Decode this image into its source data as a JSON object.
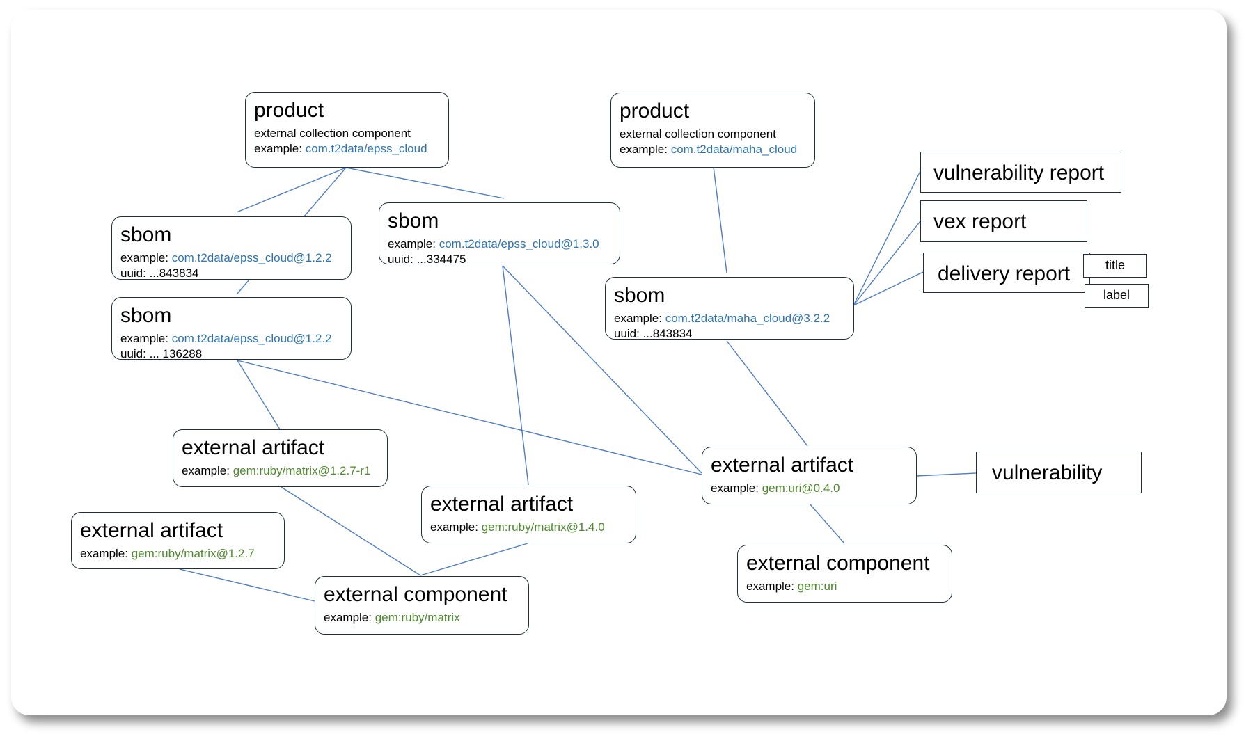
{
  "nodes": {
    "product_left": {
      "title": "product",
      "subtitle": "external collection component",
      "example_label": "example:",
      "example_value": "com.t2data/epss_cloud"
    },
    "product_right": {
      "title": "product",
      "subtitle": "external collection component",
      "example_label": "example:",
      "example_value": "com.t2data/maha_cloud"
    },
    "sbom_1": {
      "title": "sbom",
      "example_label": "example:",
      "example_value": "com.t2data/epss_cloud@1.2.2",
      "uuid": "uuid: ...843834"
    },
    "sbom_2": {
      "title": "sbom",
      "example_label": "example:",
      "example_value": "com.t2data/epss_cloud@1.2.2",
      "uuid": "uuid: ... 136288"
    },
    "sbom_3": {
      "title": "sbom",
      "example_label": "example:",
      "example_value": "com.t2data/epss_cloud@1.3.0",
      "uuid": "uuid: ...334475"
    },
    "sbom_4": {
      "title": "sbom",
      "example_label": "example:",
      "example_value": "com.t2data/maha_cloud@3.2.2",
      "uuid": "uuid: ...843834"
    },
    "artifact_1": {
      "title": "external artifact",
      "example_label": "example:",
      "example_value": "gem:ruby/matrix@1.2.7-r1"
    },
    "artifact_2": {
      "title": "external artifact",
      "example_label": "example:",
      "example_value": "gem:ruby/matrix@1.2.7"
    },
    "artifact_3": {
      "title": "external artifact",
      "example_label": "example:",
      "example_value": "gem:ruby/matrix@1.4.0"
    },
    "artifact_4": {
      "title": "external artifact",
      "example_label": "example:",
      "example_value": "gem:uri@0.4.0"
    },
    "component_1": {
      "title": "external component",
      "example_label": "example:",
      "example_value": "gem:ruby/matrix"
    },
    "component_2": {
      "title": "external component",
      "example_label": "example:",
      "example_value": "gem:uri"
    },
    "vulnerability_report": {
      "title": "vulnerability report"
    },
    "vex_report": {
      "title": "vex report"
    },
    "delivery_report": {
      "title": "delivery report",
      "tags": [
        "title",
        "label"
      ]
    },
    "vulnerability": {
      "title": "vulnerability"
    }
  },
  "colors": {
    "edge": "#4d7cc9",
    "example_blue": "#2e75b6",
    "example_green": "#4e8a2e",
    "border": "#1f2f3f"
  }
}
